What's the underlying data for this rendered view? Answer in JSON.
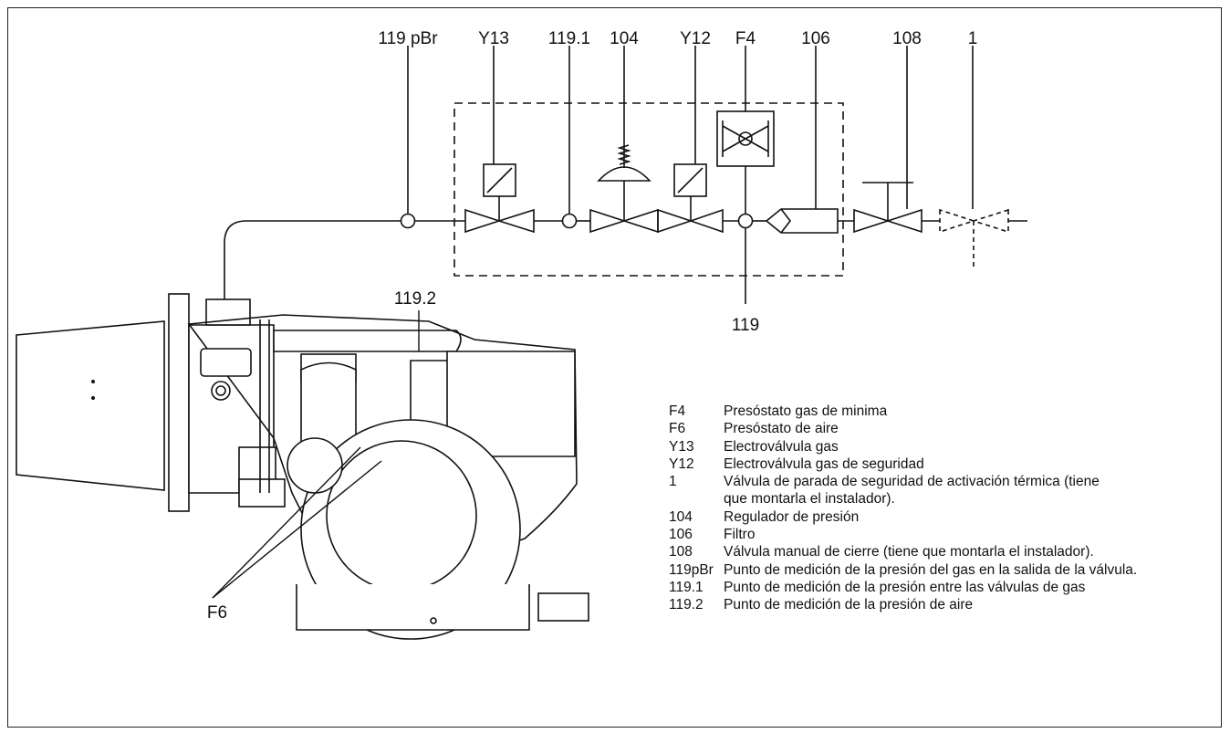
{
  "labels": {
    "top": [
      "119 pBr",
      "Y13",
      "119.1",
      "104",
      "Y12",
      "F4",
      "106",
      "108",
      "1"
    ],
    "bottom_119": "119",
    "burner_1192": "119.2",
    "burner_f6": "F6"
  },
  "legend": [
    {
      "code": "F4",
      "text": "Presóstato gas de minima"
    },
    {
      "code": "F6",
      "text": "Presóstato de aire"
    },
    {
      "code": "Y13",
      "text": "Electroválvula gas"
    },
    {
      "code": "Y12",
      "text": "Electroválvula gas de seguridad"
    },
    {
      "code": "1",
      "text": "Válvula de parada de seguridad de activación térmica (tiene que montarla el instalador)."
    },
    {
      "code": "104",
      "text": "Regulador de presión"
    },
    {
      "code": "106",
      "text": "Filtro"
    },
    {
      "code": "108",
      "text": "Válvula manual de cierre (tiene que montarla el instalador)."
    },
    {
      "code": "119pBr",
      "text": "Punto de medición de la presión del gas en la salida de la válvula."
    },
    {
      "code": "119.1",
      "text": "Punto de medición de la presión entre las válvulas de gas"
    },
    {
      "code": "119.2",
      "text": "Punto de medición de la presión de aire"
    }
  ]
}
